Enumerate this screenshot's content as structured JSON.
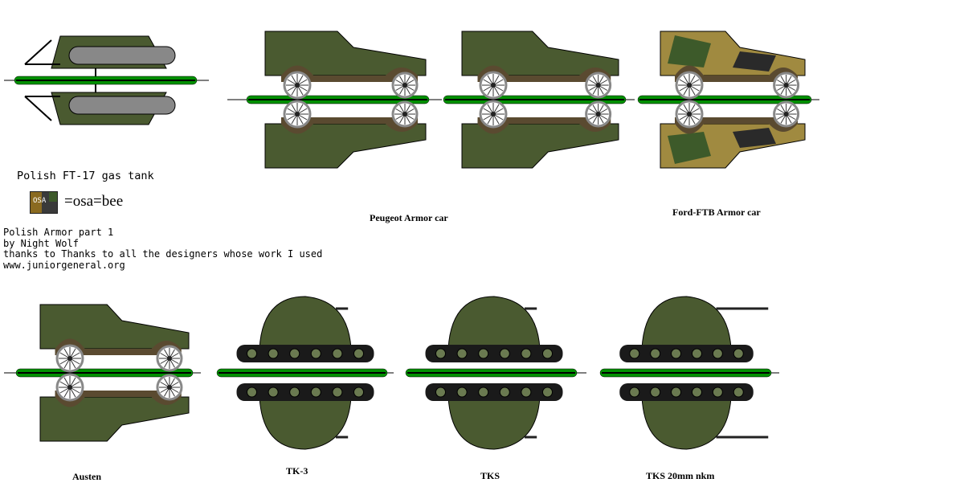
{
  "sheet": {
    "ft17_title": "Polish FT-17 gas tank",
    "osa_legend": "=osa=bee",
    "osa_badge": "OSA",
    "credits": [
      "Polish Armor part 1",
      "by Night Wolf",
      "thanks to Thanks to all the designers whose work I used",
      "www.juniorgeneral.org"
    ]
  },
  "vehicles": [
    {
      "name": "Peugeot Armor car"
    },
    {
      "name": "Ford-FTB  Armor car"
    },
    {
      "name": "Austen"
    },
    {
      "name": "TK-3"
    },
    {
      "name": "TKS"
    },
    {
      "name": "TKS 20mm nkm"
    }
  ],
  "colors": {
    "olive": "#4a5a30",
    "brown": "#5a4a30",
    "base_green": "#009000",
    "camo_tan": "#a08a40"
  }
}
